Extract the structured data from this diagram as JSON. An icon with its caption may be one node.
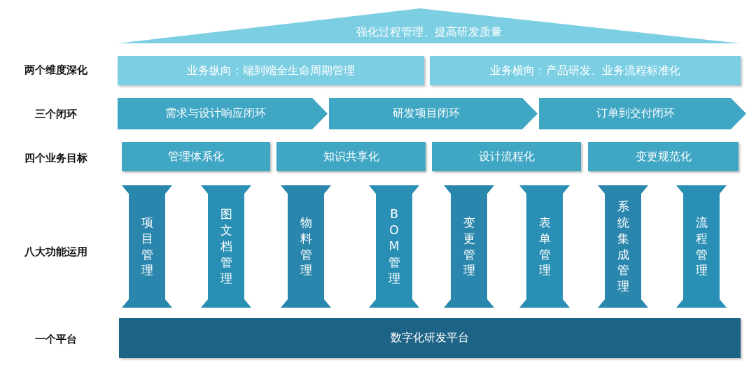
{
  "diagram": {
    "nodes": [
      {
        "text": [
          "强化过程管理、提高研发质量"
        ]
      },
      {
        "text": [
          "业务纵向：端到端全生命周期管理"
        ]
      },
      {
        "text": [
          "业务横向：产品研发、业务流程标准化"
        ]
      },
      {
        "text": [
          "需求与设计响应闭环"
        ]
      },
      {
        "text": [
          "研发项目闭环"
        ]
      },
      {
        "text": [
          "订单到交付闭环"
        ]
      },
      {
        "text": [
          "管理体系化"
        ]
      },
      {
        "text": [
          "知识共享化"
        ]
      },
      {
        "text": [
          "设计流程化"
        ]
      },
      {
        "text": [
          "变更规范化"
        ]
      },
      {
        "text": [
          "项目管理"
        ]
      },
      {
        "text": [
          "图文档管理"
        ]
      },
      {
        "text": [
          "物料管理"
        ]
      },
      {
        "text": [
          "BOM管理"
        ]
      },
      {
        "text": [
          "变更管理"
        ]
      },
      {
        "text": [
          "表单管理"
        ]
      },
      {
        "text": [
          "系统集成管理"
        ]
      },
      {
        "text": [
          "流程管理"
        ]
      },
      {
        "text": [
          "数字化研发平台"
        ]
      }
    ],
    "labels": [
      "两个维度深化",
      "三个闭环",
      "四个业务目标",
      "八大功能运用",
      "一个平台"
    ]
  }
}
